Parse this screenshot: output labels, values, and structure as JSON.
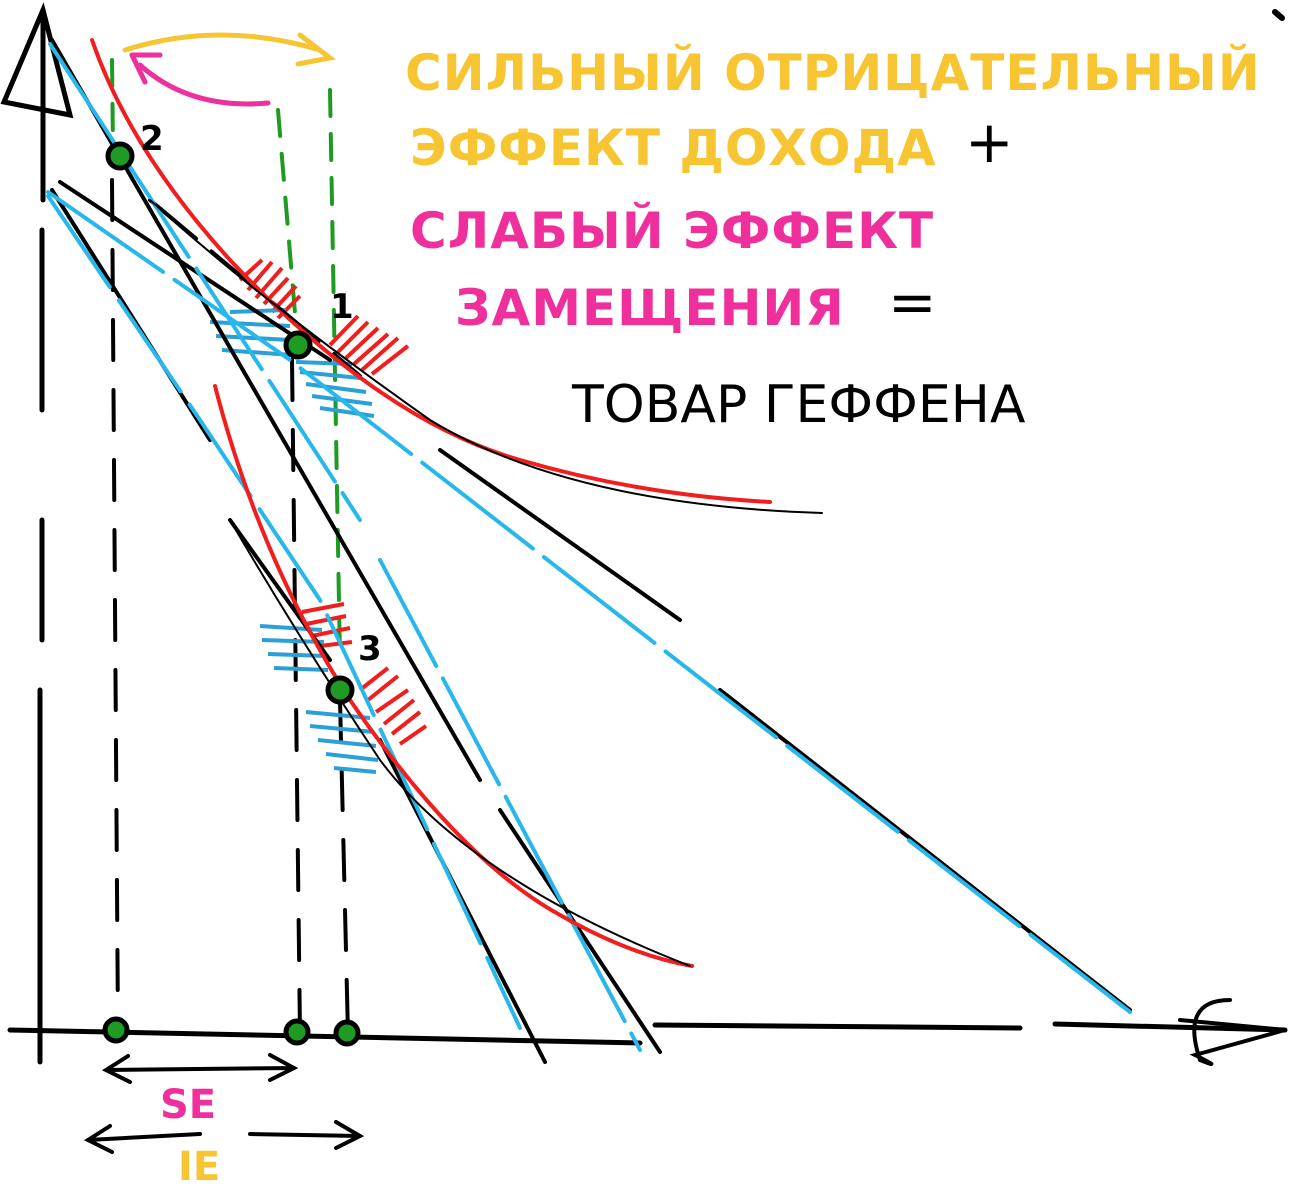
{
  "annotations": {
    "income_effect_line1": "СИЛЬНЫЙ ОТРИЦАТЕЛЬНЫЙ",
    "income_effect_line2": "ЭФФЕКТ ДОХОДА",
    "plus_sign": "+",
    "substitution_effect_line1": "СЛАБЫЙ ЭФФЕКТ",
    "substitution_effect_line2": "ЗАМЕЩЕНИЯ",
    "equals_sign": "=",
    "conclusion": "ТОВАР ГЕФФЕНА"
  },
  "points": {
    "label_1": "1",
    "label_2": "2",
    "label_3": "3"
  },
  "bottom_labels": {
    "se": "SE",
    "ie": "IE"
  },
  "colors": {
    "ink": "#000000",
    "indifference_curve": "#f21d1d",
    "budget_line": "#27b7ea",
    "guide_dashed": "#1f9a22",
    "point_fill": "#1f9a22",
    "income_text": "#f7c531",
    "substitution_text": "#ef2f9b",
    "hatch_red": "#f21d1d",
    "hatch_blue": "#2aa0d6"
  }
}
